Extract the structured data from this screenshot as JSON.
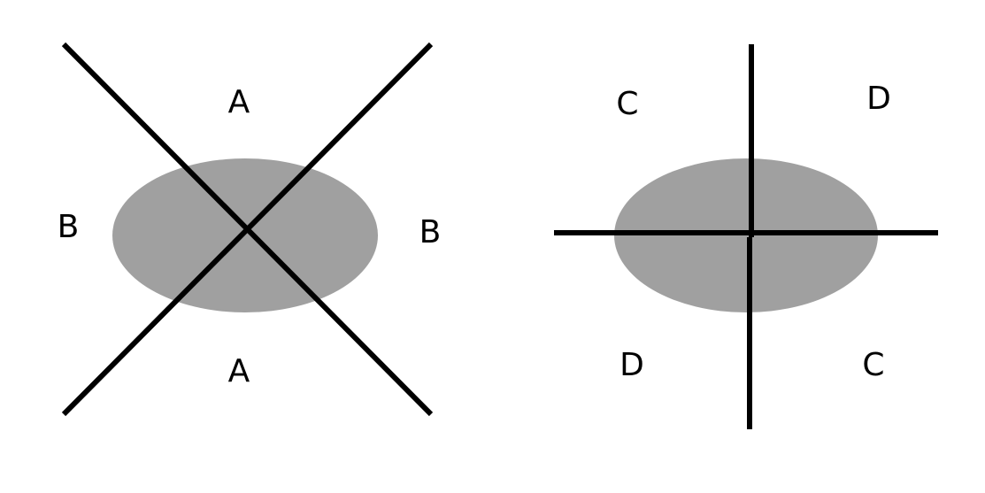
{
  "colors": {
    "ellipse_fill": "#a0a0a0",
    "line_color": "#000000",
    "background": "#ffffff"
  },
  "left_panel": {
    "labels": {
      "top": "A",
      "bottom": "A",
      "left": "B",
      "right": "B"
    }
  },
  "right_panel": {
    "labels": {
      "top_left": "C",
      "top_right": "D",
      "bottom_left": "D",
      "bottom_right": "C"
    }
  }
}
